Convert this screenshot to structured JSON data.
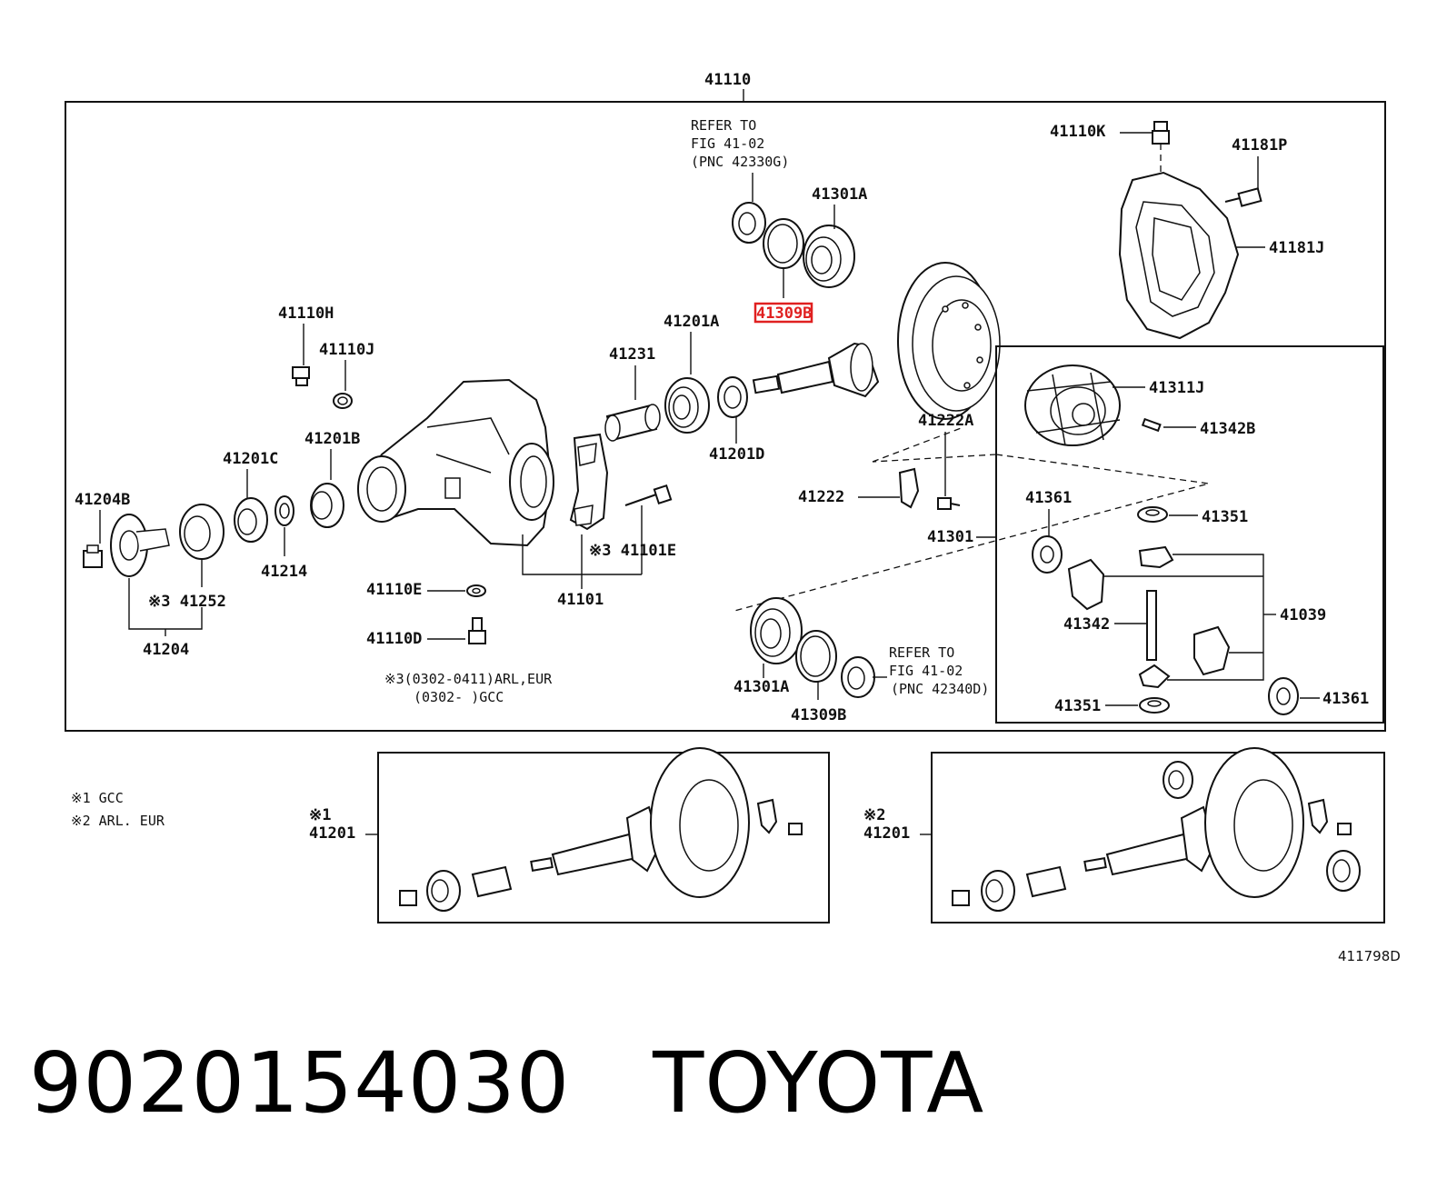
{
  "diagram": {
    "top_label": "41110",
    "refer_top": [
      "REFER TO",
      "FIG 41-02",
      "(PNC 42330G)"
    ],
    "refer_bottom": [
      "REFER TO",
      "FIG 41-02",
      "(PNC 42340D)"
    ],
    "labels": {
      "p41301A_top": "41301A",
      "p41309B_highlight": "41309B",
      "p41110K": "41110K",
      "p41181P": "41181P",
      "p41181J": "41181J",
      "p41110H": "41110H",
      "p41110J": "41110J",
      "p41201A": "41201A",
      "p41231": "41231",
      "p41201D": "41201D",
      "p41201C": "41201C",
      "p41201B": "41201B",
      "p41204B": "41204B",
      "p41214": "41214",
      "p41252": "※3 41252",
      "p41204": "41204",
      "p41101E": "※3 41101E",
      "p41101": "41101",
      "p41110E": "41110E",
      "p41110D": "41110D",
      "p41222A": "41222A",
      "p41222": "41222",
      "p41301": "41301",
      "p41311J": "41311J",
      "p41342B": "41342B",
      "p41361_top": "41361",
      "p41351_top": "41351",
      "p41039": "41039",
      "p41342": "41342",
      "p41351_bottom": "41351",
      "p41361_bottom": "41361",
      "p41301A_bottom": "41301A",
      "p41309B_bottom": "41309B"
    },
    "applicability_note": [
      "※3(0302-0411)ARL,EUR",
      "(0302-     )GCC"
    ],
    "legend": [
      "※1 GCC",
      "※2 ARL. EUR"
    ],
    "inset_1": {
      "mark": "※1",
      "part": "41201"
    },
    "inset_2": {
      "mark": "※2",
      "part": "41201"
    },
    "figure_code": "411798D",
    "highlight_color": "#e02020"
  },
  "footer": {
    "part_number": "9020154030",
    "brand": "TOYOTA"
  }
}
